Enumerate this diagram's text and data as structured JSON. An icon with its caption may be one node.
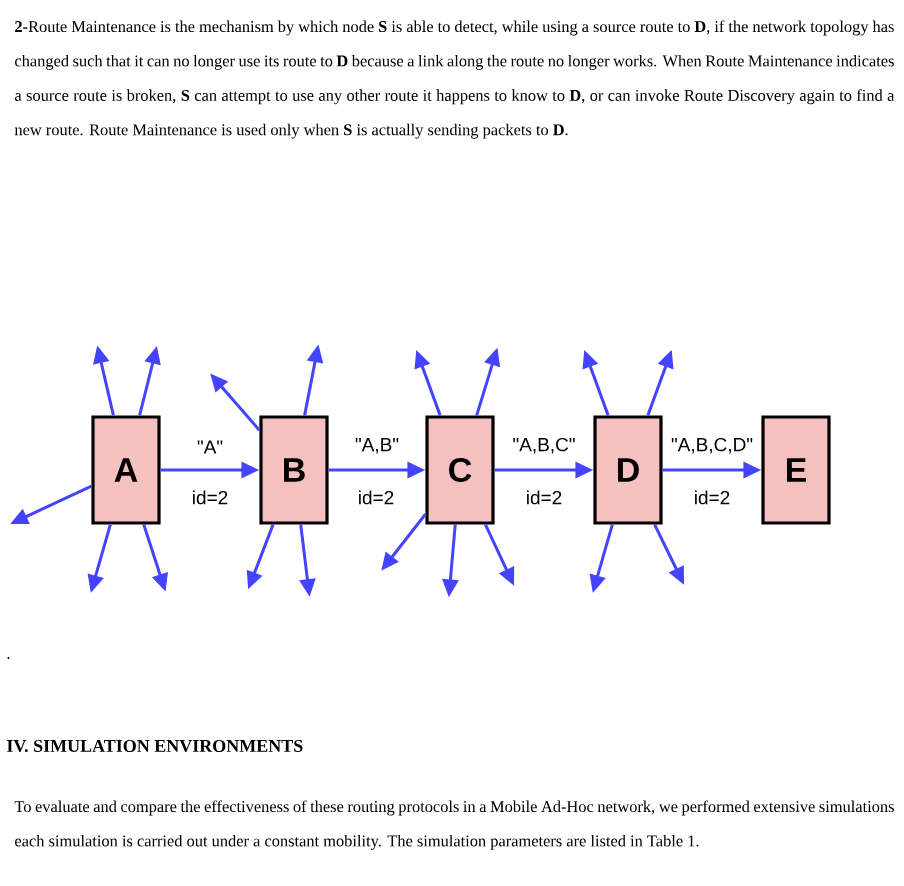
{
  "diagram": {
    "nodes": [
      {
        "text": [
          "A"
        ]
      },
      {
        "text": [
          "B"
        ]
      },
      {
        "text": [
          "C"
        ]
      },
      {
        "text": [
          "D"
        ]
      },
      {
        "text": [
          "E"
        ]
      }
    ],
    "edges": [
      {
        "from": 0,
        "to": 1,
        "arrow": "to",
        "label": "\"A\""
      },
      {
        "from": 1,
        "to": 2,
        "arrow": "to",
        "label": "\"A,B\""
      },
      {
        "from": 2,
        "to": 3,
        "arrow": "to",
        "label": "\"A,B,C\""
      },
      {
        "from": 3,
        "to": 4,
        "arrow": "to",
        "label": "\"A,B,C,D\""
      },
      {
        "from": 0,
        "to": null,
        "arrow": "to"
      },
      {
        "from": 0,
        "to": null,
        "arrow": "to"
      },
      {
        "from": 0,
        "to": null,
        "arrow": "to"
      },
      {
        "from": 0,
        "to": null,
        "arrow": "to"
      },
      {
        "from": 0,
        "to": null,
        "arrow": "to"
      },
      {
        "from": 1,
        "to": null,
        "arrow": "to"
      },
      {
        "from": 1,
        "to": null,
        "arrow": "to"
      },
      {
        "from": 1,
        "to": null,
        "arrow": "to"
      },
      {
        "from": 1,
        "to": null,
        "arrow": "to"
      },
      {
        "from": 2,
        "to": null,
        "arrow": "to"
      },
      {
        "from": 2,
        "to": null,
        "arrow": "to"
      },
      {
        "from": 2,
        "to": null,
        "arrow": "to"
      },
      {
        "from": 2,
        "to": null,
        "arrow": "to"
      },
      {
        "from": 2,
        "to": null,
        "arrow": "to"
      },
      {
        "from": 3,
        "to": null,
        "arrow": "to"
      },
      {
        "from": 3,
        "to": null,
        "arrow": "to"
      },
      {
        "from": 3,
        "to": null,
        "arrow": "to"
      },
      {
        "from": 3,
        "to": null,
        "arrow": "to"
      }
    ],
    "labels": [
      "**2-**Route Maintenance is the mechanism by which node **S** is able to detect, while using a source route to **D**, if the network topology has changed such that it can no longer use its route to **D** because a link along the route no longer works. When Route Maintenance indicates a source route is broken, **S** can attempt to use any other route it happens to know to **D**, or can invoke Route Discovery again to find a new route. Route Maintenance is used only when **S** is actually sending packets to **D**.",
      "id=2",
      "id=2",
      "id=2",
      "id=2",
      ".",
      "IV. SIMULATION ENVIRONMENTS",
      "To evaluate and compare the effectiveness of these routing protocols in a Mobile Ad-Hoc network, we performed extensive simulations each simulation is carried out under a constant mobility. The simulation parameters are listed in Table 1."
    ]
  }
}
